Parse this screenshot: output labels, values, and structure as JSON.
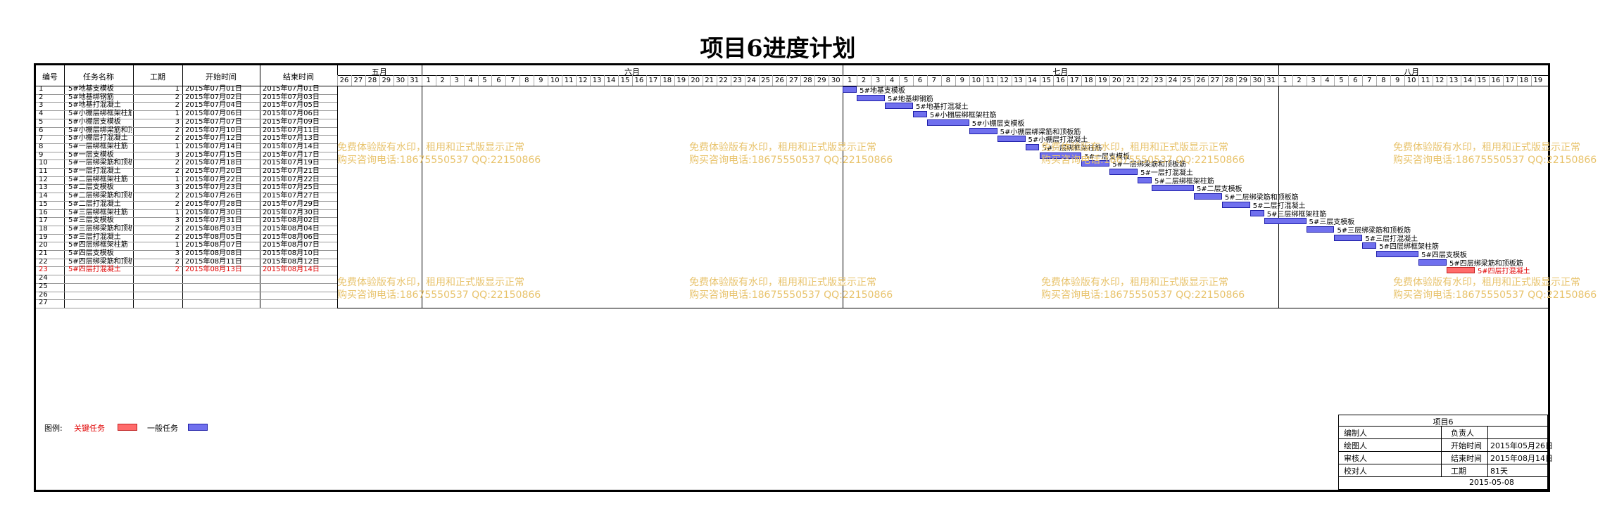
{
  "title": "项目6进度计划",
  "columns": {
    "id": "编号",
    "name": "任务名称",
    "duration": "工期",
    "start": "开始时间",
    "end": "结束时间"
  },
  "months": [
    {
      "label": "五月",
      "days": [
        26,
        27,
        28,
        29,
        30,
        31
      ]
    },
    {
      "label": "六月",
      "days": [
        1,
        2,
        3,
        4,
        5,
        6,
        7,
        8,
        9,
        10,
        11,
        12,
        13,
        14,
        15,
        16,
        17,
        18,
        19,
        20,
        21,
        22,
        23,
        24,
        25,
        26,
        27,
        28,
        29,
        30
      ]
    },
    {
      "label": "七月",
      "days": [
        1,
        2,
        3,
        4,
        5,
        6,
        7,
        8,
        9,
        10,
        11,
        12,
        13,
        14,
        15,
        16,
        17,
        18,
        19,
        20,
        21,
        22,
        23,
        24,
        25,
        26,
        27,
        28,
        29,
        30,
        31
      ]
    },
    {
      "label": "八月",
      "days": [
        1,
        2,
        3,
        4,
        5,
        6,
        7,
        8,
        9,
        10,
        11,
        12,
        13,
        14,
        15,
        16,
        17,
        18,
        19
      ]
    }
  ],
  "tasks": [
    {
      "id": "1",
      "name": "5#地基支模板",
      "duration": "1",
      "start": "2015年07月01日",
      "end": "2015年07月01日",
      "critical": false,
      "startIndex": 36,
      "days": 1
    },
    {
      "id": "2",
      "name": "5#地基绑钢筋",
      "duration": "2",
      "start": "2015年07月02日",
      "end": "2015年07月03日",
      "critical": false,
      "startIndex": 37,
      "days": 2
    },
    {
      "id": "3",
      "name": "5#地基打混凝土",
      "duration": "2",
      "start": "2015年07月04日",
      "end": "2015年07月05日",
      "critical": false,
      "startIndex": 39,
      "days": 2
    },
    {
      "id": "4",
      "name": "5#小棚层绑框架柱筋",
      "duration": "1",
      "start": "2015年07月06日",
      "end": "2015年07月06日",
      "critical": false,
      "startIndex": 41,
      "days": 1
    },
    {
      "id": "5",
      "name": "5#小棚层支模板",
      "duration": "3",
      "start": "2015年07月07日",
      "end": "2015年07月09日",
      "critical": false,
      "startIndex": 42,
      "days": 3
    },
    {
      "id": "6",
      "name": "5#小棚层绑梁筋和顶板筋",
      "duration": "2",
      "start": "2015年07月10日",
      "end": "2015年07月11日",
      "critical": false,
      "startIndex": 45,
      "days": 2
    },
    {
      "id": "7",
      "name": "5#小棚层打混凝土",
      "duration": "2",
      "start": "2015年07月12日",
      "end": "2015年07月13日",
      "critical": false,
      "startIndex": 47,
      "days": 2
    },
    {
      "id": "8",
      "name": "5#一层绑框架柱筋",
      "duration": "1",
      "start": "2015年07月14日",
      "end": "2015年07月14日",
      "critical": false,
      "startIndex": 49,
      "days": 1
    },
    {
      "id": "9",
      "name": "5#一层支模板",
      "duration": "3",
      "start": "2015年07月15日",
      "end": "2015年07月17日",
      "critical": false,
      "startIndex": 50,
      "days": 3
    },
    {
      "id": "10",
      "name": "5#一层绑梁筋和顶板筋",
      "duration": "2",
      "start": "2015年07月18日",
      "end": "2015年07月19日",
      "critical": false,
      "startIndex": 53,
      "days": 2
    },
    {
      "id": "11",
      "name": "5#一层打混凝土",
      "duration": "2",
      "start": "2015年07月20日",
      "end": "2015年07月21日",
      "critical": false,
      "startIndex": 55,
      "days": 2
    },
    {
      "id": "12",
      "name": "5#二层绑框架柱筋",
      "duration": "1",
      "start": "2015年07月22日",
      "end": "2015年07月22日",
      "critical": false,
      "startIndex": 57,
      "days": 1
    },
    {
      "id": "13",
      "name": "5#二层支模板",
      "duration": "3",
      "start": "2015年07月23日",
      "end": "2015年07月25日",
      "critical": false,
      "startIndex": 58,
      "days": 3
    },
    {
      "id": "14",
      "name": "5#二层绑梁筋和顶板筋",
      "duration": "2",
      "start": "2015年07月26日",
      "end": "2015年07月27日",
      "critical": false,
      "startIndex": 61,
      "days": 2
    },
    {
      "id": "15",
      "name": "5#二层打混凝土",
      "duration": "2",
      "start": "2015年07月28日",
      "end": "2015年07月29日",
      "critical": false,
      "startIndex": 63,
      "days": 2
    },
    {
      "id": "16",
      "name": "5#三层绑框架柱筋",
      "duration": "1",
      "start": "2015年07月30日",
      "end": "2015年07月30日",
      "critical": false,
      "startIndex": 65,
      "days": 1
    },
    {
      "id": "17",
      "name": "5#三层支模板",
      "duration": "3",
      "start": "2015年07月31日",
      "end": "2015年08月02日",
      "critical": false,
      "startIndex": 66,
      "days": 3
    },
    {
      "id": "18",
      "name": "5#三层绑梁筋和顶板筋",
      "duration": "2",
      "start": "2015年08月03日",
      "end": "2015年08月04日",
      "critical": false,
      "startIndex": 69,
      "days": 2
    },
    {
      "id": "19",
      "name": "5#三层打混凝土",
      "duration": "2",
      "start": "2015年08月05日",
      "end": "2015年08月06日",
      "critical": false,
      "startIndex": 71,
      "days": 2
    },
    {
      "id": "20",
      "name": "5#四层绑框架柱筋",
      "duration": "1",
      "start": "2015年08月07日",
      "end": "2015年08月07日",
      "critical": false,
      "startIndex": 73,
      "days": 1
    },
    {
      "id": "21",
      "name": "5#四层支模板",
      "duration": "3",
      "start": "2015年08月08日",
      "end": "2015年08月10日",
      "critical": false,
      "startIndex": 74,
      "days": 3
    },
    {
      "id": "22",
      "name": "5#四层绑梁筋和顶板筋",
      "duration": "2",
      "start": "2015年08月11日",
      "end": "2015年08月12日",
      "critical": false,
      "startIndex": 77,
      "days": 2
    },
    {
      "id": "23",
      "name": "5#四层打混凝土",
      "duration": "2",
      "start": "2015年08月13日",
      "end": "2015年08月14日",
      "critical": true,
      "startIndex": 79,
      "days": 2
    }
  ],
  "emptyRows": [
    "24",
    "25",
    "26",
    "27"
  ],
  "watermark": {
    "line1": "免费体验版有水印，租用和正式版显示正常",
    "line2": "购买咨询电话:18675550537 QQ:22150866"
  },
  "legend": {
    "label": "图例:",
    "critical": "关键任务",
    "normal": "一般任务"
  },
  "infoBox": {
    "project": "项目6",
    "rows": [
      [
        "编制人",
        "",
        "负责人",
        ""
      ],
      [
        "绘图人",
        "",
        "开始时间",
        "2015年05月26日"
      ],
      [
        "审核人",
        "",
        "结束时间",
        "2015年08月14日"
      ],
      [
        "校对人",
        "",
        "工期",
        "81天"
      ]
    ],
    "date": "2015-05-08"
  },
  "colors": {
    "normalBar": "#7070ee",
    "criticalBar": "#ff6b6b",
    "criticalText": "#e00000",
    "watermark": "#e8c36c"
  }
}
